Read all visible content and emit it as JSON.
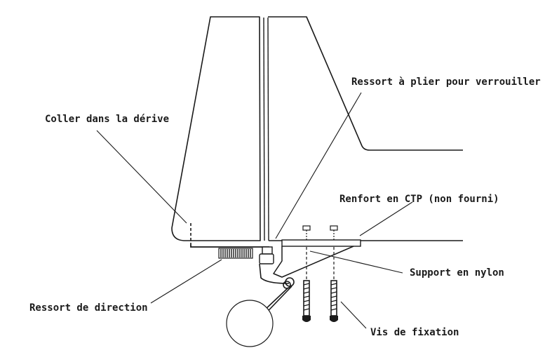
{
  "labels": {
    "coller": "Coller dans la dérive",
    "ressort_plier": "Ressort à plier pour verrouiller",
    "renfort": "Renfort en CTP (non fourni)",
    "support": "Support en nylon",
    "ressort_direction": "Ressort de direction",
    "vis": "Vis de fixation"
  },
  "colors": {
    "ink": "#1a1a1a",
    "background": "#ffffff"
  }
}
